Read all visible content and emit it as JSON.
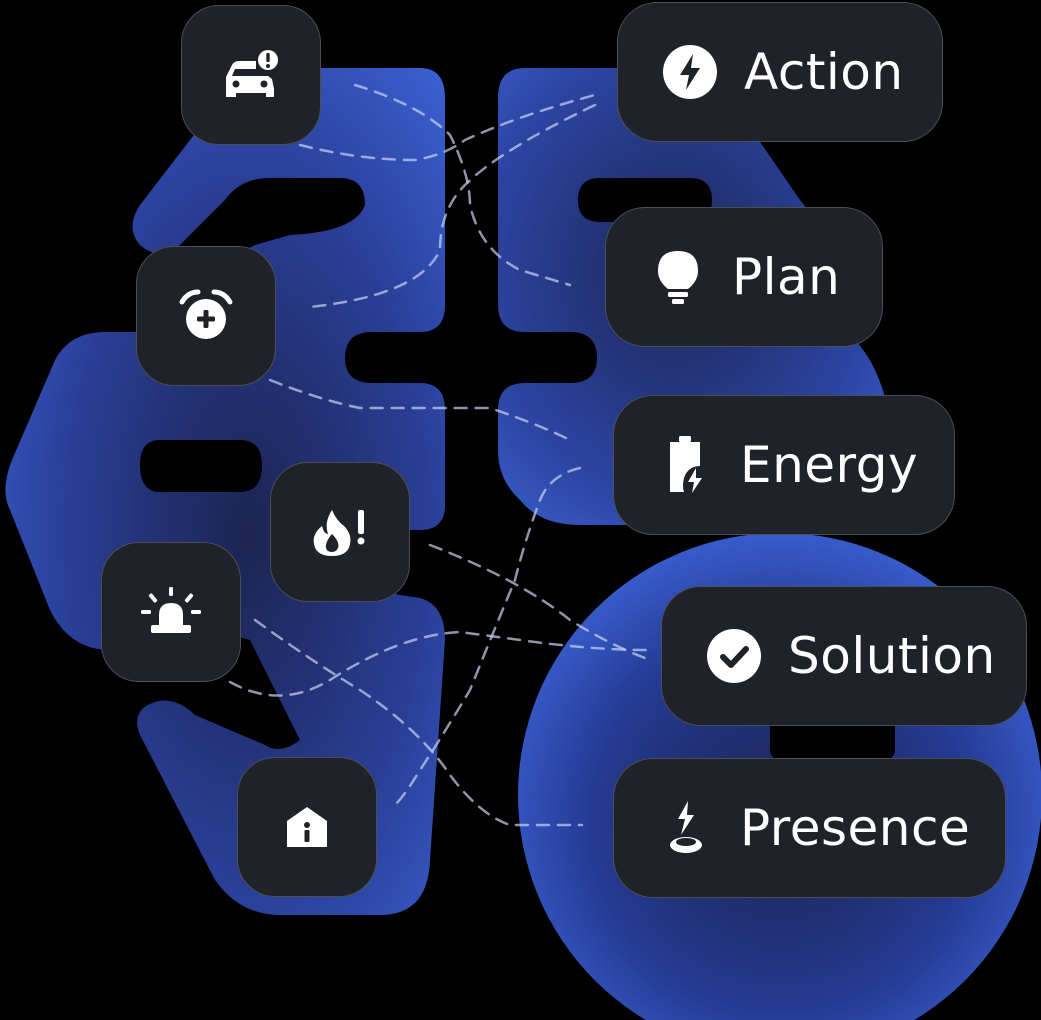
{
  "labels": {
    "action": "Action",
    "plan": "Plan",
    "energy": "Energy",
    "solution": "Solution",
    "presence": "Presence"
  },
  "icons": {
    "tiles": [
      "car-alert-icon",
      "alarm-clock-plus-icon",
      "fire-alert-icon",
      "siren-icon",
      "home-info-icon"
    ],
    "pills": [
      "bolt-circle-icon",
      "lightbulb-icon",
      "battery-charging-icon",
      "check-circle-icon",
      "lightning-ground-icon"
    ]
  },
  "colors": {
    "background": "#000000",
    "brain_blue": "#3d63d8",
    "brain_dark": "#1a2550",
    "card_bg": "#1f2229",
    "card_border": "#4a4e57",
    "text": "#ffffff",
    "dashed_line": "#c9d4f2"
  }
}
